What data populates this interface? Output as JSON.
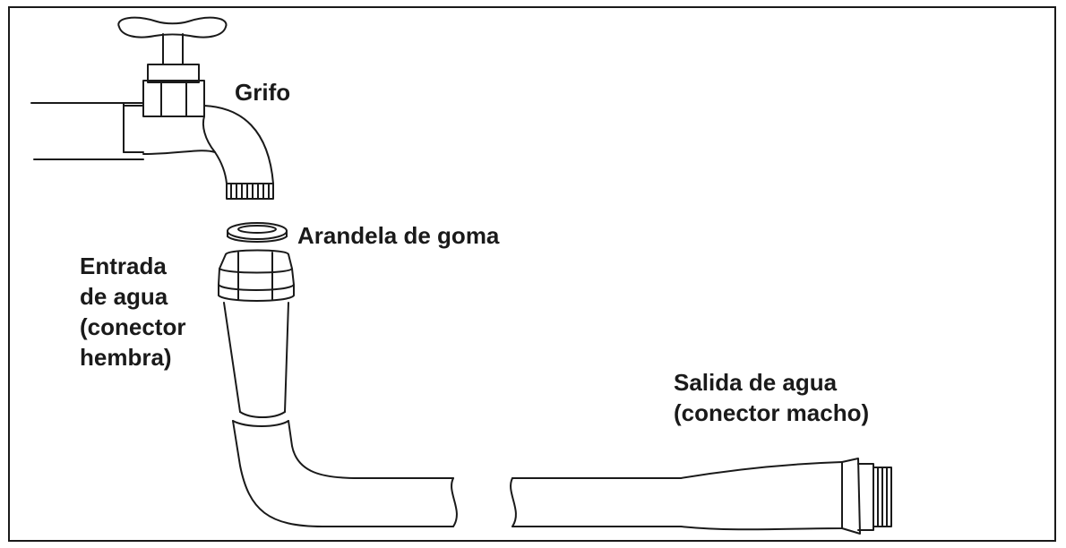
{
  "labels": {
    "faucet": "Grifo",
    "washer": "Arandela de goma",
    "inlet": [
      "Entrada",
      "de agua",
      "(conector",
      "hembra)"
    ],
    "outlet": [
      "Salida de agua",
      "(conector macho)"
    ]
  },
  "colors": {
    "ink": "#1a1a1a",
    "background": "#ffffff"
  }
}
